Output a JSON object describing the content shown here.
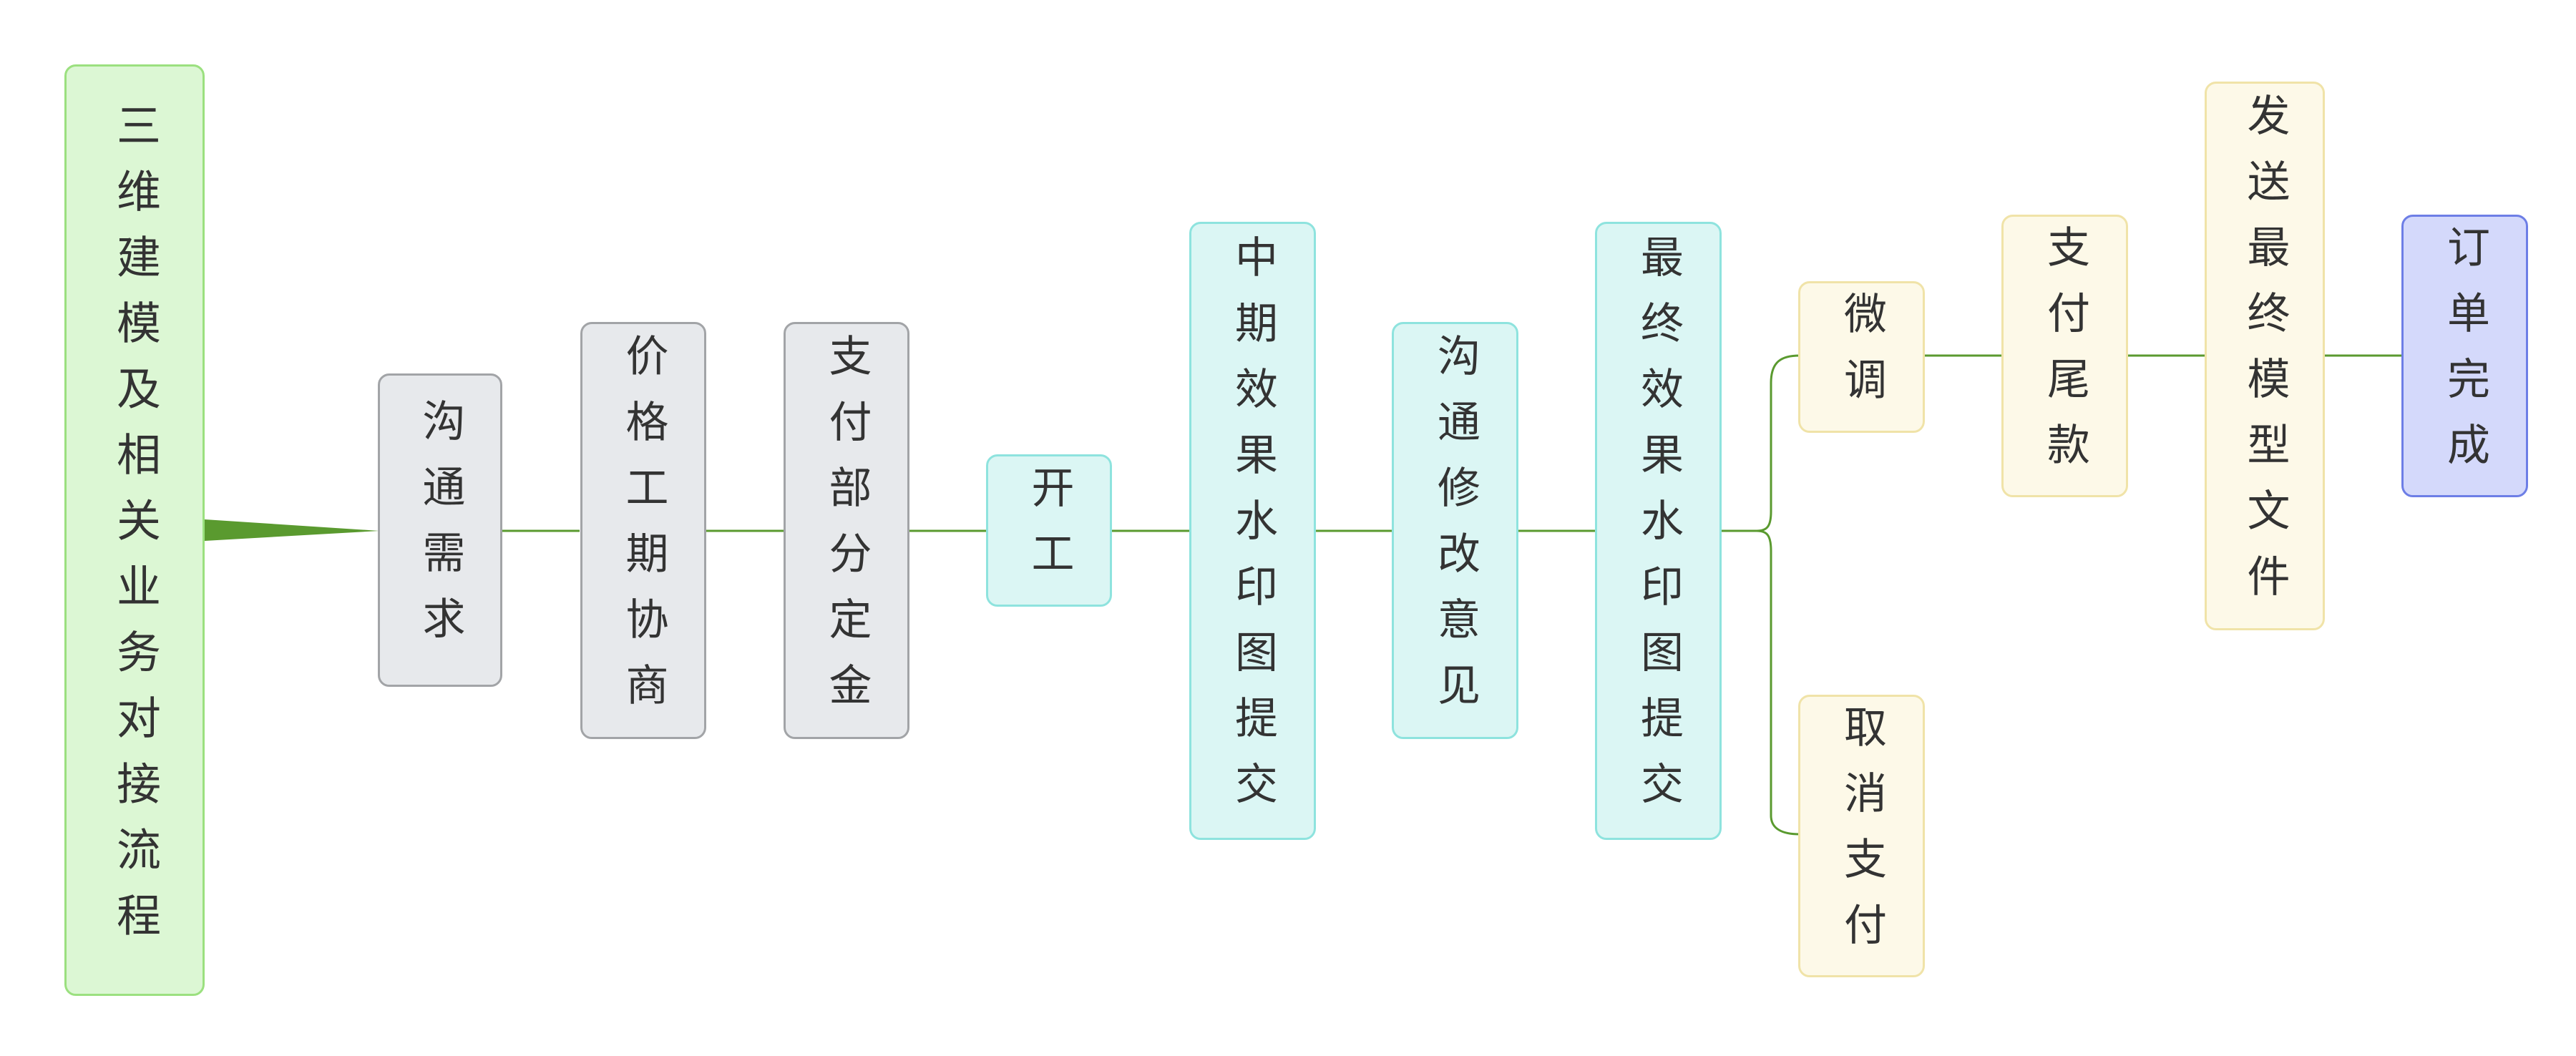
{
  "diagram": {
    "root": {
      "label": "三维建模及相关业务对接流程"
    },
    "nodes": [
      {
        "id": "n1",
        "label": "沟通需求"
      },
      {
        "id": "n2",
        "label": "价格工期协商"
      },
      {
        "id": "n3",
        "label": "支付部分定金"
      },
      {
        "id": "n4",
        "label": "开工"
      },
      {
        "id": "n5",
        "label": "中期效果水印图提交"
      },
      {
        "id": "n6",
        "label": "沟通修改意见"
      },
      {
        "id": "n7",
        "label": "最终效果水印图提交"
      },
      {
        "id": "n8",
        "label": "微调"
      },
      {
        "id": "n9",
        "label": "支付尾款"
      },
      {
        "id": "n10",
        "label": "发送最终模型文件"
      },
      {
        "id": "n11",
        "label": "订单完成"
      },
      {
        "id": "n12",
        "label": "取消支付"
      }
    ],
    "colors": {
      "connector": "#5a9a2f",
      "text": "#333333",
      "gray_fill": "#e7e9ec",
      "cyan_fill": "#dbf6f4",
      "yellow_fill": "#fdf9e8",
      "green_fill": "#dcf7d4",
      "blue_fill": "#d4d9fb"
    }
  }
}
